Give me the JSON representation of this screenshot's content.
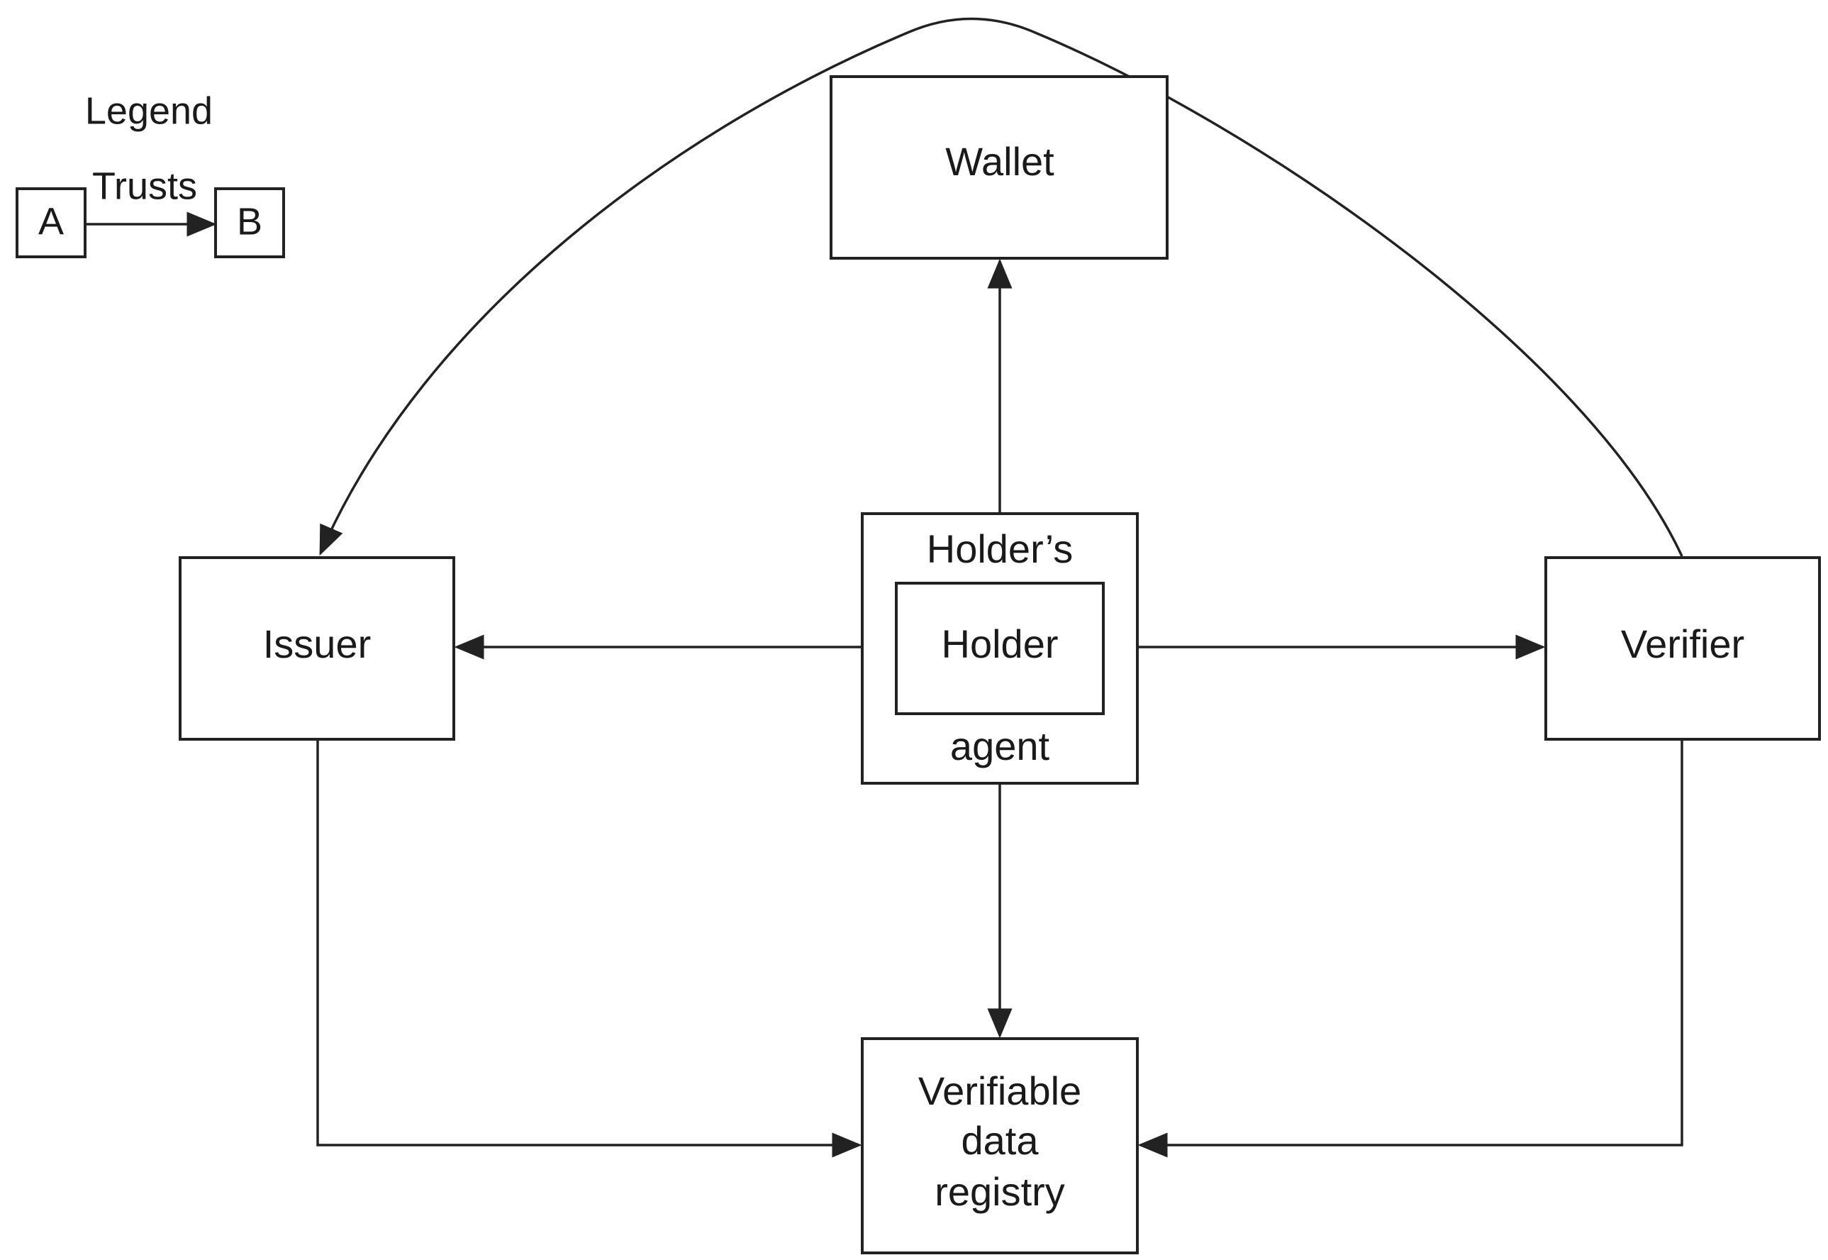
{
  "legend": {
    "title": "Legend",
    "from_label": "A",
    "to_label": "B",
    "relation_label": "Trusts"
  },
  "nodes": {
    "wallet": "Wallet",
    "issuer": "Issuer",
    "verifier": "Verifier",
    "holder_agent_top": "Holder’s",
    "holder": "Holder",
    "holder_agent_bottom": "agent",
    "registry_line1": "Verifiable",
    "registry_line2": "data",
    "registry_line3": "registry"
  },
  "edges": [
    {
      "from": "Holder’s agent",
      "to": "Wallet"
    },
    {
      "from": "Holder’s agent",
      "to": "Issuer"
    },
    {
      "from": "Holder’s agent",
      "to": "Verifier"
    },
    {
      "from": "Holder’s agent",
      "to": "Verifiable data registry"
    },
    {
      "from": "Issuer",
      "to": "Verifiable data registry"
    },
    {
      "from": "Verifier",
      "to": "Verifiable data registry"
    },
    {
      "from": "Verifier",
      "to": "Issuer"
    }
  ],
  "colors": {
    "stroke": "#222222",
    "text": "#1a1a1a",
    "background": "#ffffff"
  }
}
